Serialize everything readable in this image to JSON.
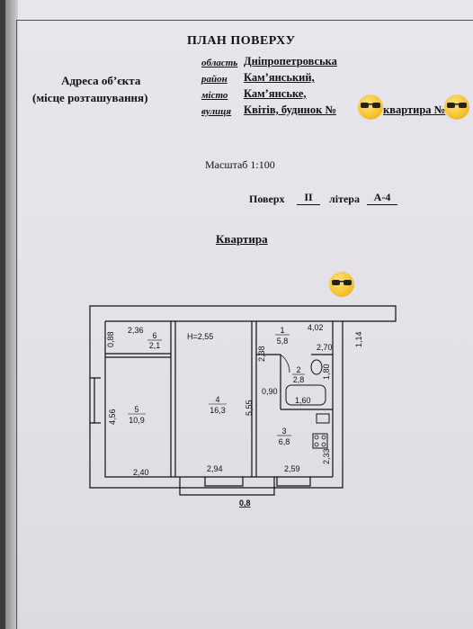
{
  "header": {
    "title": "ПЛАН ПОВЕРХУ",
    "address_label_line1": "Адреса об’єкта",
    "address_label_line2": "(місце розташування)"
  },
  "address": {
    "region_label": "область",
    "region_value": "Дніпропетровська",
    "district_label": "район",
    "district_value": "Кам’янський,",
    "city_label": "місто",
    "city_value": "Кам’янське,",
    "street_label": "вулиця",
    "street_value": "Квітів, будинок №",
    "apartment_label": "квартира №"
  },
  "scale": "Масштаб 1:100",
  "floor": {
    "floor_label": "Поверх",
    "floor_value": "II",
    "letter_label": "літера",
    "letter_value": "А-4"
  },
  "apartment_title": "Квартира",
  "height_note": "Н=2,55",
  "rooms": [
    {
      "number": "1",
      "area": "5,8"
    },
    {
      "number": "2",
      "area": "2,8"
    },
    {
      "number": "3",
      "area": "6,8"
    },
    {
      "number": "4",
      "area": "16,3"
    },
    {
      "number": "5",
      "area": "10,9"
    },
    {
      "number": "6",
      "area": "2,1"
    }
  ],
  "dimensions": {
    "d_236": "2,36",
    "d_088": "0,88",
    "d_402": "4,02",
    "d_114": "1,14",
    "d_270": "2,70",
    "d_238": "2,38",
    "d_180": "1,80",
    "d_090": "0,90",
    "d_160": "1,60",
    "d_456": "4,56",
    "d_555": "5,55",
    "d_233": "2,33",
    "d_240": "2,40",
    "d_294": "2,94",
    "d_259": "2,59",
    "d_08": "0,8"
  },
  "emoji_names": [
    "sunglasses-emoji",
    "sunglasses-emoji",
    "sunglasses-emoji"
  ]
}
